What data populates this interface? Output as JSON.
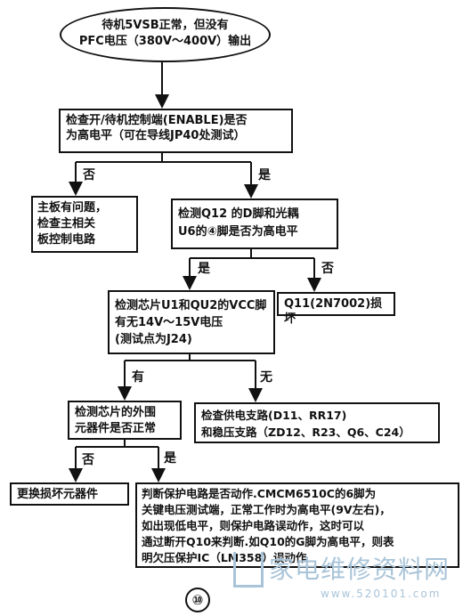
{
  "start": "待机5VSB正常，但没有\nPFC电压（380V～400V）输出",
  "check_enable": "检查开/待机控制端(ENABLE)是否\n为高电平（可在导线JP40处测试）",
  "no_1": "否",
  "yes_1": "是",
  "mainboard": "主板有问题，\n检查主相关\n板控制电路",
  "check_q12": "检测Q12 的D脚和光耦\nU6的④脚是否为高电平",
  "yes_2": "是",
  "no_2": "否",
  "q11": "Q11(2N7002)损坏",
  "check_vcc": "检测芯片U1和QU2的VCC脚\n有无14V～15V电压\n(测试点为J24)",
  "has": "有",
  "none": "无",
  "check_periph": "检测芯片的外围\n元器件是否正常",
  "check_supply": "检查供电支路(D11、RR17)\n和稳压支路（ZD12、R23、Q6、C24）",
  "no_3": "否",
  "yes_3": "是",
  "replace": "更换损坏元器件",
  "judge": "判断保护电路是否动作.CMCM6510C的6脚为\n关键电压测试端，正常工作时为高电平(9V左右)，\n如出现低电平，则保护电路误动作，这时可以\n通过断开Q10来判断.如Q10的G脚为高电平，则表\n明欠压保护IC（LM358）误动作",
  "page_number": "⑩",
  "watermark_cn": "家电维修资料网",
  "watermark_url": "www.520101.com"
}
